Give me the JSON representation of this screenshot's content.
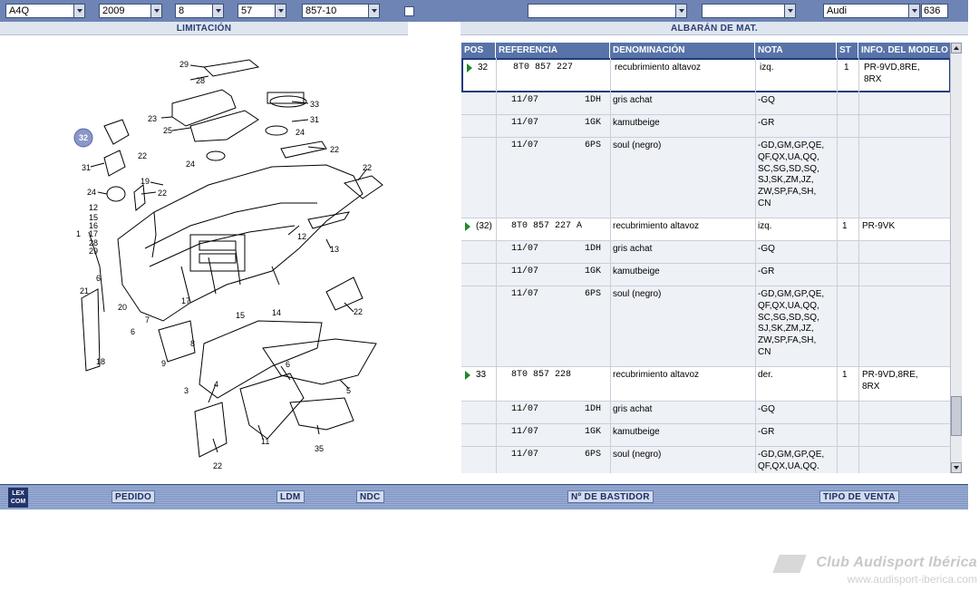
{
  "filters": {
    "modelo": "A4Q",
    "ano": "2009",
    "grupo": "8",
    "subgrupo": "57",
    "ilustracion": "857-10",
    "busqueda": "",
    "tipo_venta": "",
    "marca": "Audi",
    "count": "636"
  },
  "sections": {
    "left": "LIMITACIÓN",
    "right": "ALBARÁN DE MAT."
  },
  "table": {
    "headers": [
      "POS",
      "REFERENCIA",
      "DENOMINACIÓN",
      "NOTA",
      "ST",
      "INFO. DEL MODELO"
    ],
    "rows": [
      {
        "kind": "main",
        "pos": "32",
        "ref": "8T0  857  227",
        "den": "recubrimiento altavoz",
        "nota": "izq.",
        "st": "1",
        "info": [
          "PR-9VD,8RE,",
          "8RX"
        ]
      },
      {
        "kind": "sub",
        "date": "11/07",
        "code": "1DH",
        "den": "gris achat",
        "nota": [
          "-GQ"
        ]
      },
      {
        "kind": "sub",
        "date": "11/07",
        "code": "1GK",
        "den": "kamutbeige",
        "nota": [
          "-GR"
        ]
      },
      {
        "kind": "sub",
        "date": "11/07",
        "code": "6PS",
        "den": "soul (negro)",
        "nota": [
          "-GD,GM,GP,QE,",
          "QF,QX,UA,QQ,",
          "SC,SG,SD,SQ,",
          "SJ,SK,ZM,JZ,",
          "ZW,SP,FA,SH,",
          "CN"
        ]
      },
      {
        "kind": "main",
        "pos": "(32)",
        "ref": "8T0  857  227  A",
        "den": "recubrimiento altavoz",
        "nota": "izq.",
        "st": "1",
        "info": [
          "PR-9VK"
        ]
      },
      {
        "kind": "sub",
        "date": "11/07",
        "code": "1DH",
        "den": "gris achat",
        "nota": [
          "-GQ"
        ]
      },
      {
        "kind": "sub",
        "date": "11/07",
        "code": "1GK",
        "den": "kamutbeige",
        "nota": [
          "-GR"
        ]
      },
      {
        "kind": "sub",
        "date": "11/07",
        "code": "6PS",
        "den": "soul (negro)",
        "nota": [
          "-GD,GM,GP,QE,",
          "QF,QX,UA,QQ,",
          "SC,SG,SD,SQ,",
          "SJ,SK,ZM,JZ,",
          "ZW,SP,FA,SH,",
          "CN"
        ]
      },
      {
        "kind": "main",
        "pos": "33",
        "ref": "8T0  857  228",
        "den": "recubrimiento altavoz",
        "nota": "der.",
        "st": "1",
        "info": [
          "PR-9VD,8RE,",
          "8RX"
        ]
      },
      {
        "kind": "sub",
        "date": "11/07",
        "code": "1DH",
        "den": "gris achat",
        "nota": [
          "-GQ"
        ]
      },
      {
        "kind": "sub",
        "date": "11/07",
        "code": "1GK",
        "den": "kamutbeige",
        "nota": [
          "-GR"
        ]
      },
      {
        "kind": "sub",
        "date": "11/07",
        "code": "6PS",
        "den": "soul (negro)",
        "nota": [
          "-GD,GM,GP,QE,",
          "QF,QX,UA,QQ."
        ]
      }
    ]
  },
  "diagram_labels": [
    "29",
    "28",
    "33",
    "31",
    "23",
    "25",
    "24",
    "32",
    "22",
    "22",
    "31",
    "24",
    "22",
    "19",
    "22",
    "24",
    "12",
    "15",
    "16",
    "17",
    "28",
    "29",
    "1",
    "13",
    "12",
    "6",
    "21",
    "20",
    "17",
    "6",
    "7",
    "15",
    "9",
    "8",
    "14",
    "22",
    "18",
    "6",
    "3",
    "4",
    "5",
    "11",
    "35",
    "22"
  ],
  "bottom": {
    "logo_line1": "LEX",
    "logo_line2": "COM",
    "pedido": "PEDIDO",
    "ldm": "LDM",
    "ndc": "NDC",
    "bastidor": "Nº DE BASTIDOR",
    "tipo_venta": "TIPO DE VENTA"
  },
  "watermark": {
    "line1": "Club Audisport Ibérica",
    "line2": "www.audisport-iberica.com"
  }
}
